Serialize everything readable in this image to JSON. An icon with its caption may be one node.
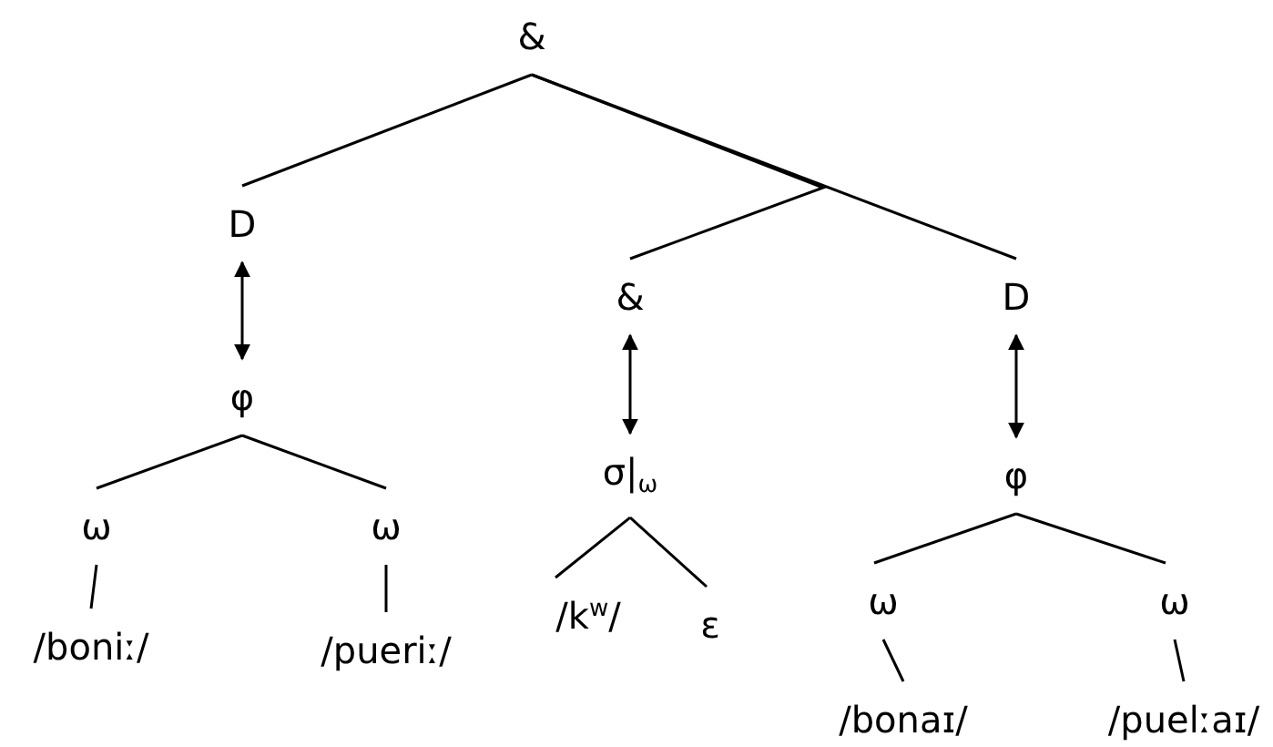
{
  "diagram": {
    "nodes": [
      {
        "text": [
          "&"
        ]
      },
      {
        "text": [
          "D"
        ]
      },
      {
        "text": [
          "φ"
        ]
      },
      {
        "text": [
          "ω"
        ]
      },
      {
        "text": [
          "ω"
        ]
      },
      {
        "text": [
          "/boniː/"
        ]
      },
      {
        "text": [
          "/pueriː/"
        ]
      },
      {
        "text": [
          "&"
        ]
      },
      {
        "text": [
          "σ|$_{ω}$"
        ]
      },
      {
        "text": [
          "/k$^{w}$/"
        ]
      },
      {
        "text": [
          "ε"
        ]
      },
      {
        "text": [
          "D"
        ]
      },
      {
        "text": [
          "φ"
        ]
      },
      {
        "text": [
          "ω"
        ]
      },
      {
        "text": [
          "ω"
        ]
      },
      {
        "text": [
          "/bonaɪ/"
        ]
      },
      {
        "text": [
          "/puelːaɪ/"
        ]
      }
    ],
    "edges": [
      {
        "from": 0,
        "to": 1,
        "arrow": "none"
      },
      {
        "from": 0,
        "to": 7,
        "arrow": "none"
      },
      {
        "from": 0,
        "to": 11,
        "arrow": "none"
      },
      {
        "from": 1,
        "to": 2,
        "arrow": "both"
      },
      {
        "from": 2,
        "to": 3,
        "arrow": "none"
      },
      {
        "from": 2,
        "to": 4,
        "arrow": "none"
      },
      {
        "from": 3,
        "to": 5,
        "arrow": "none"
      },
      {
        "from": 4,
        "to": 6,
        "arrow": "none"
      },
      {
        "from": 7,
        "to": 8,
        "arrow": "both"
      },
      {
        "from": 8,
        "to": 9,
        "arrow": "none"
      },
      {
        "from": 8,
        "to": 10,
        "arrow": "none"
      },
      {
        "from": 11,
        "to": 12,
        "arrow": "both"
      },
      {
        "from": 12,
        "to": 13,
        "arrow": "none"
      },
      {
        "from": 12,
        "to": 14,
        "arrow": "none"
      },
      {
        "from": 13,
        "to": 15,
        "arrow": "none"
      },
      {
        "from": 14,
        "to": 16,
        "arrow": "none"
      }
    ]
  }
}
